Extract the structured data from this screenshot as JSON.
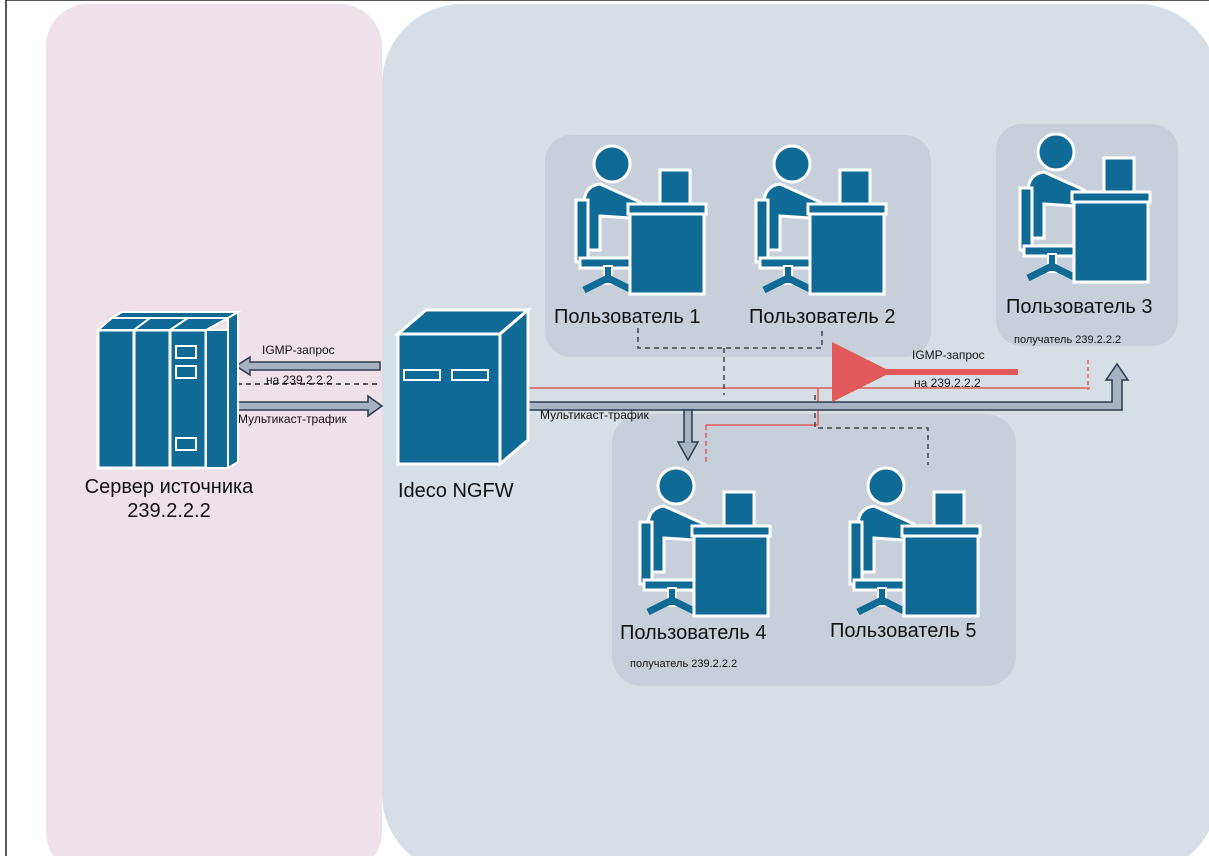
{
  "server": {
    "label_line1": "Сервер источника",
    "label_line2": "239.2.2.2"
  },
  "firewall": {
    "label": "Ideco NGFW"
  },
  "links": {
    "igmp_request": "IGMP-запрос",
    "igmp_target": "на 239.2.2.2",
    "multicast_traffic": "Мультикаст-трафик"
  },
  "users": [
    {
      "label": "Пользователь 1",
      "note": ""
    },
    {
      "label": "Пользователь 2",
      "note": ""
    },
    {
      "label": "Пользователь 3",
      "note": "получатель 239.2.2.2"
    },
    {
      "label": "Пользователь 4",
      "note": "получатель 239.2.2.2"
    },
    {
      "label": "Пользователь 5",
      "note": ""
    }
  ],
  "colors": {
    "source_zone": "#efe1ea",
    "lan_zone": "#d6dee6",
    "user_group": "#c7d0da",
    "icon_blue": "#0f6a95",
    "igmp_red": "#e05a5a",
    "arrow_grey": "#a7b3c3",
    "arrow_outline": "#2b3a4e"
  }
}
